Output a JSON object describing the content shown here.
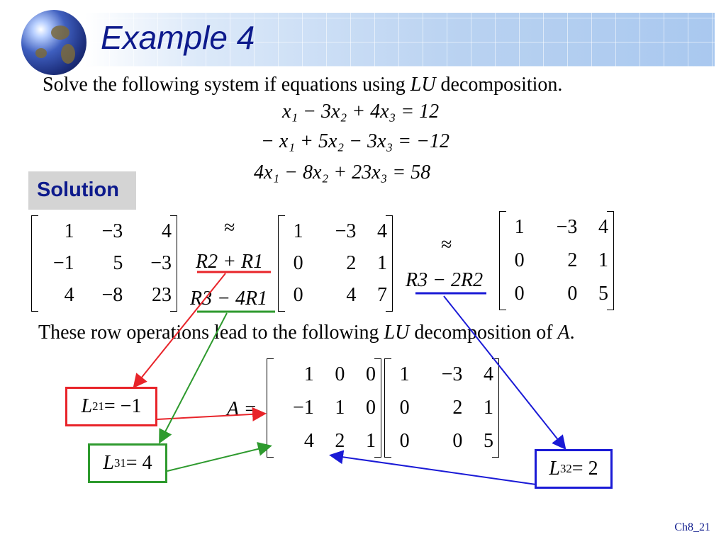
{
  "slide": {
    "title": "Example 4",
    "intro_before": "Solve the following system if equations using ",
    "intro_italic": "LU",
    "intro_after": " decomposition.",
    "solution_label": "Solution",
    "lead_before": "These row operations lead to the following ",
    "lead_italic": "LU",
    "lead_middle": " decomposition of ",
    "lead_A": "A",
    "lead_end": ".",
    "footer": "Ch8_21"
  },
  "equations": [
    "x₁ − 3x₂ + 4x₃ = 12",
    "− x₁ + 5x₂ − 3x₃ = −12",
    "4x₁ − 8x₂ + 23x₃ = 58"
  ],
  "matrices": {
    "m1": [
      [
        "1",
        "−3",
        "4"
      ],
      [
        "−1",
        "5",
        "−3"
      ],
      [
        "4",
        "−8",
        "23"
      ]
    ],
    "m2": [
      [
        "1",
        "−3",
        "4"
      ],
      [
        "0",
        "2",
        "1"
      ],
      [
        "0",
        "4",
        "7"
      ]
    ],
    "m3": [
      [
        "1",
        "−3",
        "4"
      ],
      [
        "0",
        "2",
        "1"
      ],
      [
        "0",
        "0",
        "5"
      ]
    ],
    "L": [
      [
        "1",
        "0",
        "0"
      ],
      [
        "−1",
        "1",
        "0"
      ],
      [
        "4",
        "2",
        "1"
      ]
    ],
    "U": [
      [
        "1",
        "−3",
        "4"
      ],
      [
        "0",
        "2",
        "1"
      ],
      [
        "0",
        "0",
        "5"
      ]
    ]
  },
  "operations": {
    "approx": "≈",
    "op1": "R2 + R1",
    "op2": "R3 − 4R1",
    "op3": "R3 − 2R2",
    "a_equals": "A ="
  },
  "multipliers": {
    "l21": {
      "name": "L",
      "sub": "21",
      "value": "= −1",
      "color": "#e8242a"
    },
    "l31": {
      "name": "L",
      "sub": "31",
      "value": "= 4",
      "color": "#2e9a2e"
    },
    "l32": {
      "name": "L",
      "sub": "32",
      "value": "= 2",
      "color": "#1a1ad6"
    }
  },
  "colors": {
    "title": "#0d1a8c",
    "red": "#e8242a",
    "green": "#2e9a2e",
    "blue": "#1a1ad6"
  }
}
